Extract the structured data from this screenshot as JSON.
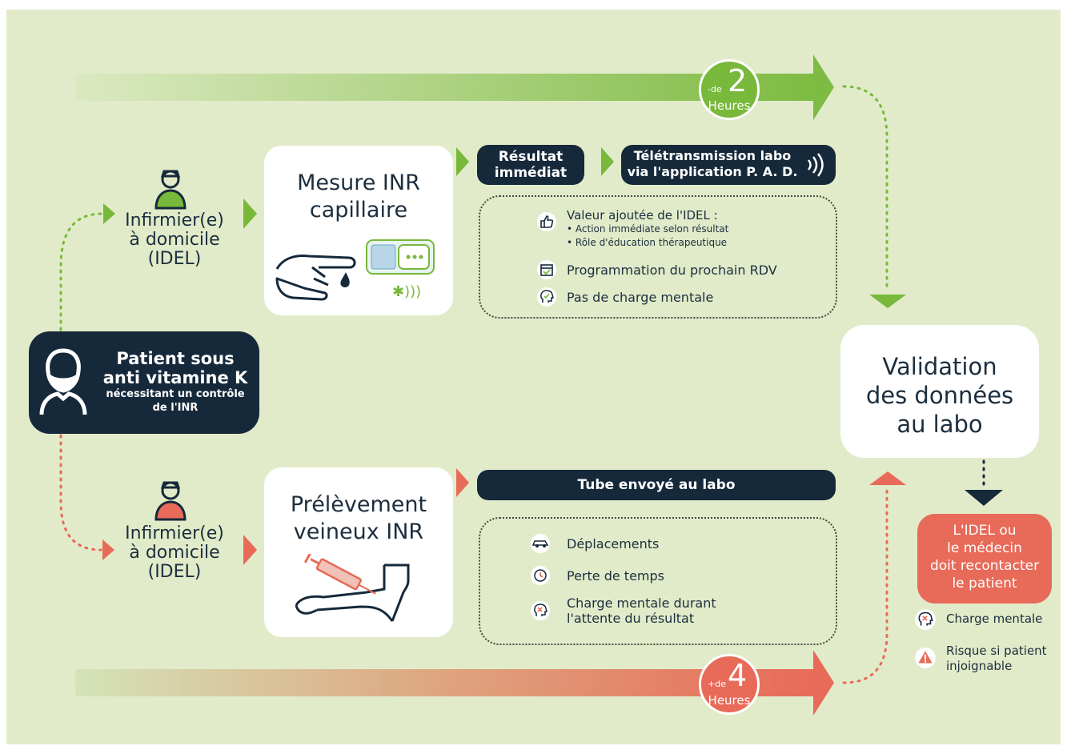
{
  "timing": {
    "top_prefix": "-de",
    "top_number": "2",
    "top_unit": "Heures",
    "bottom_prefix": "+de",
    "bottom_number": "4",
    "bottom_unit": "Heures"
  },
  "patient": {
    "line1": "Patient sous",
    "line2": "anti vitamine K",
    "line3": "nécessitant un contrôle",
    "line4": "de l'INR"
  },
  "nurse_top": {
    "line1": "Infirmier(e)",
    "line2": "à domicile",
    "line3": "(IDEL)"
  },
  "nurse_bottom": {
    "line1": "Infirmier(e)",
    "line2": "à domicile",
    "line3": "(IDEL)"
  },
  "capillary": {
    "line1": "Mesure INR",
    "line2": "capillaire"
  },
  "venous": {
    "line1": "Prélèvement",
    "line2": "veineux INR"
  },
  "result": {
    "line1": "Résultat",
    "line2": "immédiat"
  },
  "teletransmission": {
    "line1": "Télétransmission labo",
    "line2": "via l'application P. A. D."
  },
  "benefits": {
    "added_value": "Valeur ajoutée de l'IDEL :",
    "bullet1": "• Action immédiate selon résultat",
    "bullet2": "• Rôle d'éducation thérapeutique",
    "scheduling": "Programmation du prochain RDV",
    "no_mental_load": "Pas de charge mentale"
  },
  "tube": {
    "label": "Tube envoyé au labo"
  },
  "drawbacks": {
    "travel": "Déplacements",
    "time_loss": "Perte de temps",
    "mental_load_line1": "Charge mentale durant",
    "mental_load_line2": "l'attente du résultat"
  },
  "validation": {
    "line1": "Validation",
    "line2": "des données",
    "line3": "au labo"
  },
  "recontact": {
    "line1": "L'IDEL ou",
    "line2": "le médecin",
    "line3": "doit recontacter",
    "line4": "le patient"
  },
  "risks": {
    "mental_load": "Charge mentale",
    "risk_line1": "Risque si patient",
    "risk_line2": "injoignable"
  },
  "colors": {
    "background": "#e1ebc9",
    "green": "#78b83a",
    "red": "#e86a58",
    "navy": "#16293b"
  }
}
